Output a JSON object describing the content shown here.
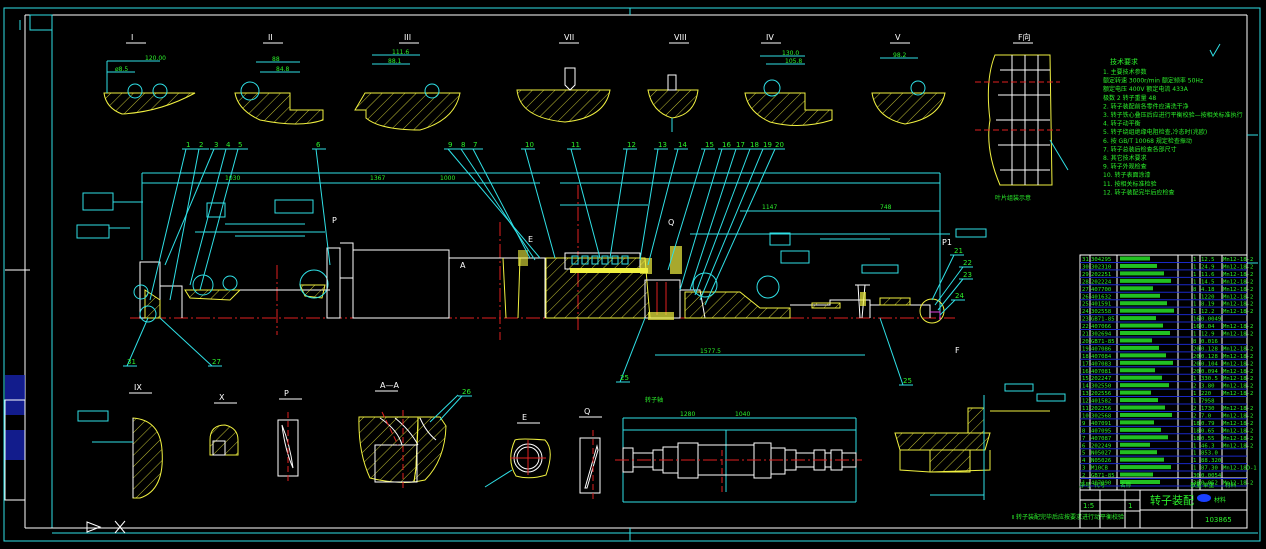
{
  "title_block": {
    "drawing_title": "转子装配",
    "drawing_number": "103865",
    "company_line1": "材料",
    "scale": "1:5",
    "sheet": "1"
  },
  "notes": {
    "heading": "技术要求",
    "lines": [
      "1. 主要技术参数",
      "   额定转速 3000r/min   额定频率 50Hz",
      "   额定电压 400V     额定电流 433A",
      "   极数 2       转子重量 48",
      "2. 转子装配前各零件应清洗干净",
      "3. 转子铁心叠压后应进行平衡校验—按相关标准执行",
      "4. 转子动平衡",
      "5. 转子绕组绝缘电阻检查,冷态时(兆欧)",
      "6. 按 GB/T 10068 规定检查振动",
      "7. 转子总装后检查各部尺寸",
      "8. 其它技术要求",
      "9. 转子外观检查",
      "10. 转子表面涂漆",
      "11. 按相关标准检验",
      "12. 转子装配完毕后应检查"
    ]
  },
  "views": {
    "top": [
      "I",
      "II",
      "III",
      "VII",
      "VIII",
      "IV",
      "V",
      "F向"
    ],
    "bottom": [
      "IX",
      "X",
      "P",
      "A—A",
      "E",
      "Q"
    ],
    "shaft_title": "转子轴",
    "labels": [
      "P",
      "Q",
      "A",
      "E",
      "F",
      "P1"
    ]
  },
  "balloons": [
    "1",
    "2",
    "3",
    "4",
    "5",
    "6",
    "9",
    "8",
    "7",
    "10",
    "11",
    "12",
    "13",
    "14",
    "15",
    "16",
    "17",
    "18",
    "19",
    "20",
    "21",
    "22",
    "23",
    "24",
    "31",
    "27",
    "26",
    "25",
    "25"
  ],
  "dimensions": [
    "1367",
    "1147",
    "1577.5",
    "1000",
    "748",
    "1030",
    "1040",
    "1280"
  ],
  "parts_list": {
    "header": [
      "序号",
      "代号",
      "名称",
      "数量",
      "单重",
      "材料"
    ],
    "rows": [
      [
        "31",
        "304295",
        "",
        "1",
        "12.5",
        "Mn12-18-2"
      ],
      [
        "30",
        "302310",
        "",
        "1",
        "24.9",
        "Mn12-18-2"
      ],
      [
        "29",
        "202251",
        "",
        "1",
        "11.6",
        "Mn12-18-2"
      ],
      [
        "28",
        "202224",
        "",
        "1",
        "14.5",
        "Mn12-18-2"
      ],
      [
        "27",
        "407700",
        "",
        "8",
        "4.18",
        "Mn12-18-2"
      ],
      [
        "26",
        "401632",
        "",
        "1",
        "1220",
        "Mn12-18-2"
      ],
      [
        "25",
        "401591",
        "",
        "1",
        "8.19",
        "Mn12-18-2"
      ],
      [
        "24",
        "302558",
        "",
        "1",
        "12.2",
        "Mn12-18-2"
      ],
      [
        "23",
        "GB71-85",
        "",
        "16",
        "0.0049",
        ""
      ],
      [
        "22",
        "407066",
        "",
        "16",
        "0.04",
        "Mn12-18-2"
      ],
      [
        "21",
        "302694",
        "",
        "1",
        "12.9",
        "Mn12-18-2"
      ],
      [
        "20",
        "GB71-85",
        "",
        "8",
        "0.016",
        ""
      ],
      [
        "19",
        "407086",
        "",
        "20",
        "0.128",
        "Mn12-18-2"
      ],
      [
        "18",
        "407084",
        "",
        "20",
        "0.128",
        "Mn12-18-2"
      ],
      [
        "17",
        "407083",
        "",
        "20",
        "0.104",
        "Mn12-18-2"
      ],
      [
        "16",
        "407081",
        "",
        "20",
        "0.094",
        "Mn12-18-2"
      ],
      [
        "15",
        "202247",
        "",
        "1",
        "330.5",
        "Mn12-18-2"
      ],
      [
        "14",
        "302550",
        "",
        "2",
        "3.80",
        "Mn12-18-2"
      ],
      [
        "13",
        "202556",
        "",
        "1",
        "220",
        "Mn12-18-2"
      ],
      [
        "12",
        "401582",
        "",
        "1",
        "7958",
        ""
      ],
      [
        "11",
        "202256",
        "",
        "2",
        "1730",
        "Mn12-18-2"
      ],
      [
        "10",
        "302568",
        "",
        "2",
        "7.0",
        "Mn12-18-2"
      ],
      [
        "9",
        "407091",
        "",
        "18",
        "0.79",
        "Mn12-18-2"
      ],
      [
        "8",
        "407095",
        "",
        "18",
        "0.65",
        "Mn12-18-2"
      ],
      [
        "7",
        "407087",
        "",
        "18",
        "0.55",
        "Mn12-18-2"
      ],
      [
        "6",
        "202249",
        "",
        "1",
        "46.3",
        "Mn12-18-2"
      ],
      [
        "5",
        "N05027",
        "",
        "1",
        "853.0",
        ""
      ],
      [
        "4",
        "N05026",
        "",
        "1",
        "88.320",
        ""
      ],
      [
        "3",
        "M10CB",
        "",
        "1",
        "87.30",
        "Mn12-18D-1"
      ],
      [
        "2",
        "GB71-85",
        "",
        "30",
        "0.0054",
        ""
      ],
      [
        "1",
        "407090",
        "",
        "30",
        "0.052",
        "Mn12-18-2"
      ]
    ]
  },
  "colors": {
    "background": "#000000",
    "outline": "#ffffff",
    "dimension": "#2fe0e6",
    "text": "#2bf02b",
    "section": "#f0f040",
    "centerline": "#e02020",
    "table_rule": "#1a28c8"
  }
}
